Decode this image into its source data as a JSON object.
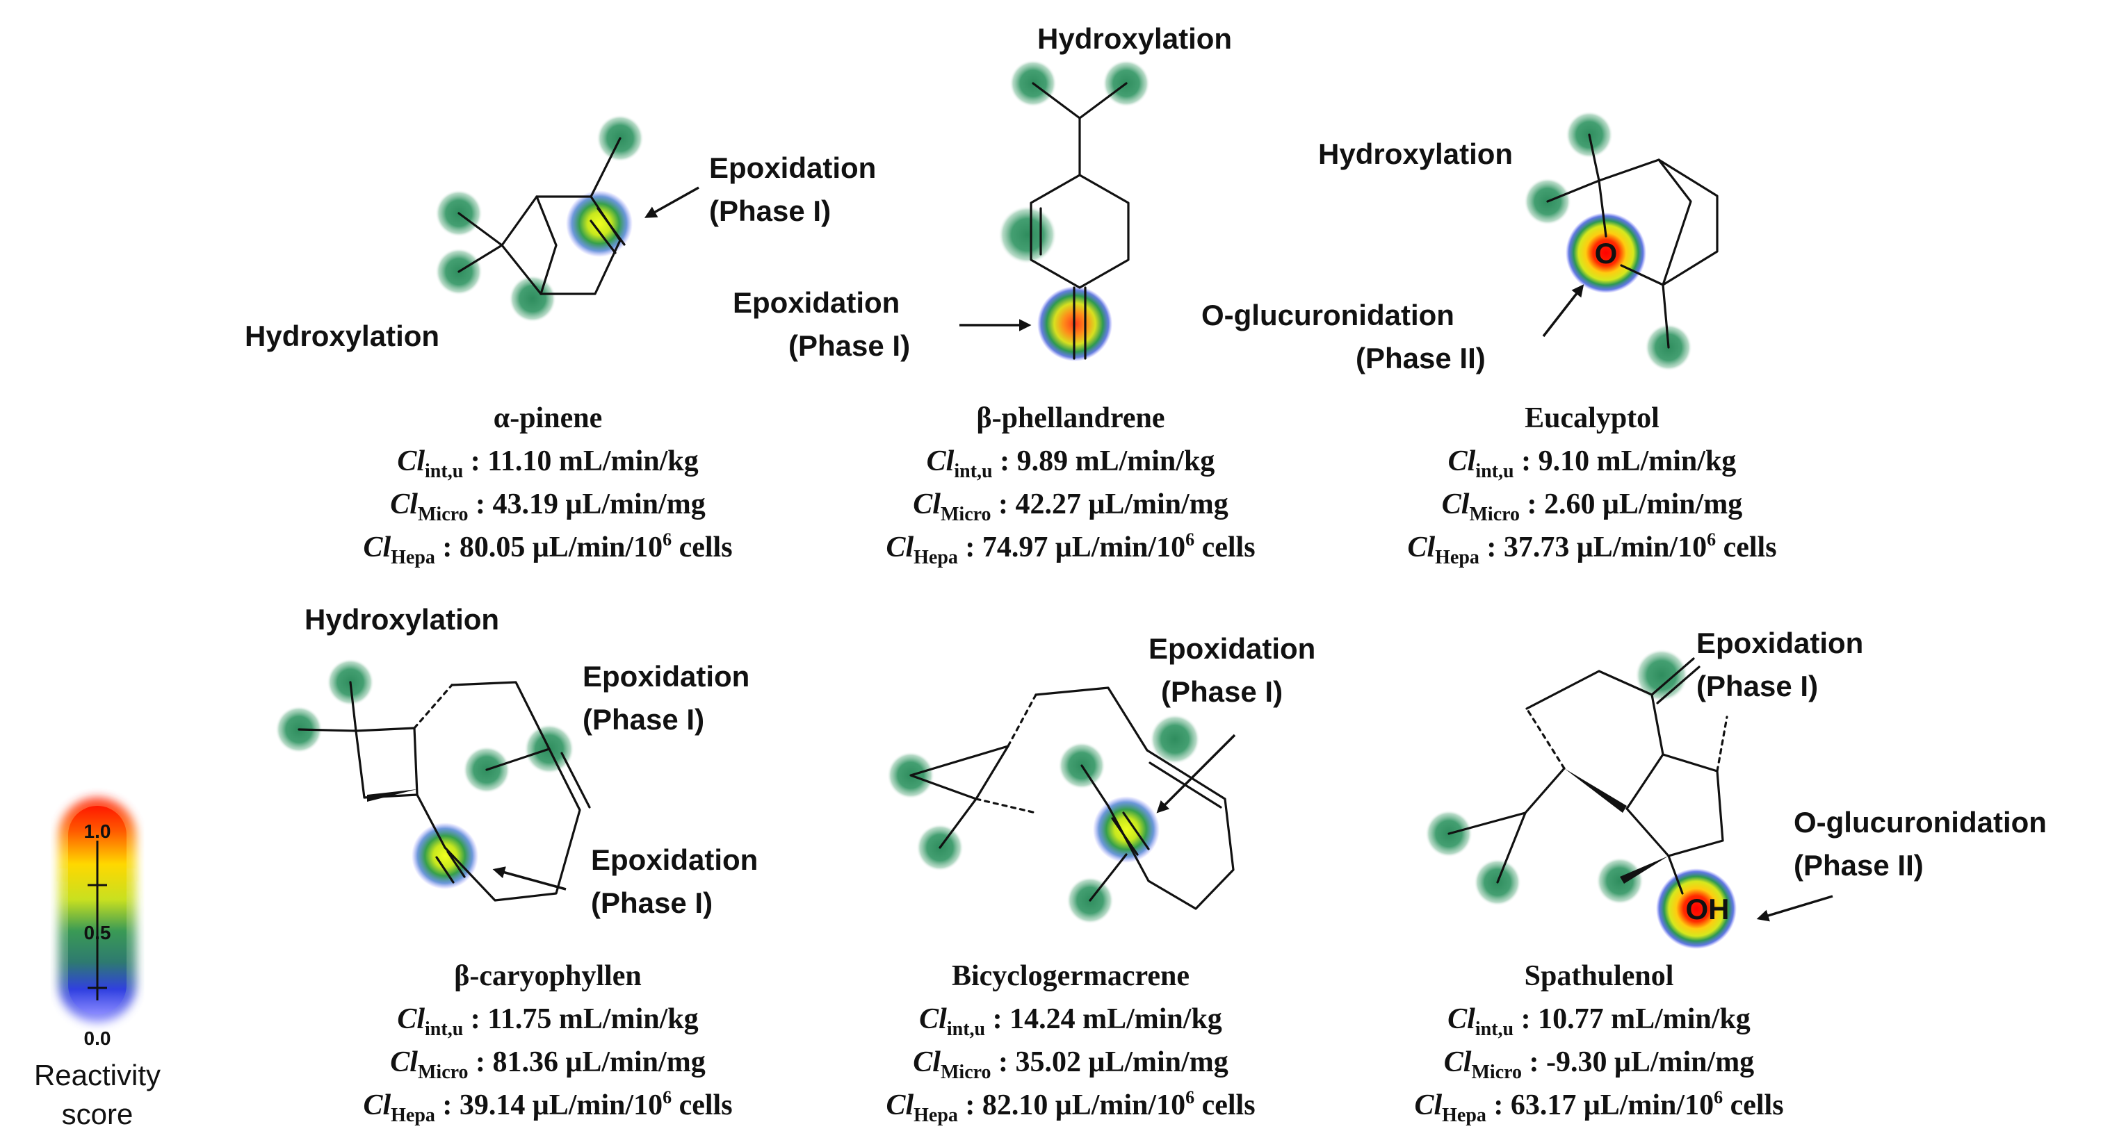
{
  "molecules": [
    {
      "name": "α-pinene",
      "annotations": [
        {
          "line1": "Epoxidation",
          "line2": "(Phase I)"
        },
        {
          "line1": "Hydroxylation"
        }
      ],
      "cl_int": {
        "sym": "Cl",
        "sub": "int,u",
        "text": ": 11.10 mL/min/kg"
      },
      "cl_micro": {
        "sym": "Cl",
        "sub": "Micro",
        "text": ": 43.19 μL/min/mg"
      },
      "cl_hepa": {
        "sym": "Cl",
        "sub": "Hepa",
        "text": ": 80.05 μL/min/10",
        "sup": "6",
        "tail": " cells"
      }
    },
    {
      "name": "β-phellandrene",
      "annotations": [
        {
          "line1": "Hydroxylation"
        },
        {
          "line1": "Epoxidation",
          "line2": "(Phase I)"
        }
      ],
      "cl_int": {
        "sym": "Cl",
        "sub": "int,u",
        "text": ": 9.89 mL/min/kg"
      },
      "cl_micro": {
        "sym": "Cl",
        "sub": "Micro",
        "text": ": 42.27 μL/min/mg"
      },
      "cl_hepa": {
        "sym": "Cl",
        "sub": "Hepa",
        "text": ": 74.97 μL/min/10",
        "sup": "6",
        "tail": " cells"
      }
    },
    {
      "name": "Eucalyptol",
      "annotations": [
        {
          "line1": "Hydroxylation"
        },
        {
          "line1": "O-glucuronidation",
          "line2": "(Phase II)"
        }
      ],
      "cl_int": {
        "sym": "Cl",
        "sub": "int,u",
        "text": ": 9.10 mL/min/kg"
      },
      "cl_micro": {
        "sym": "Cl",
        "sub": "Micro",
        "text": ": 2.60 μL/min/mg"
      },
      "cl_hepa": {
        "sym": "Cl",
        "sub": "Hepa",
        "text": ": 37.73 μL/min/10",
        "sup": "6",
        "tail": " cells"
      }
    },
    {
      "name": "β-caryophyllen",
      "annotations": [
        {
          "line1": "Hydroxylation"
        },
        {
          "line1": "Epoxidation",
          "line2": "(Phase I)"
        },
        {
          "line1": "Epoxidation",
          "line2": "(Phase I)"
        }
      ],
      "cl_int": {
        "sym": "Cl",
        "sub": "int,u",
        "text": ": 11.75 mL/min/kg"
      },
      "cl_micro": {
        "sym": "Cl",
        "sub": "Micro",
        "text": ": 81.36 μL/min/mg"
      },
      "cl_hepa": {
        "sym": "Cl",
        "sub": "Hepa",
        "text": ": 39.14 μL/min/10",
        "sup": "6",
        "tail": " cells"
      }
    },
    {
      "name": "Bicyclogermacrene",
      "annotations": [
        {
          "line1": "Epoxidation",
          "line2": "(Phase I)"
        }
      ],
      "cl_int": {
        "sym": "Cl",
        "sub": "int,u",
        "text": ": 14.24 mL/min/kg"
      },
      "cl_micro": {
        "sym": "Cl",
        "sub": "Micro",
        "text": ": 35.02 μL/min/mg"
      },
      "cl_hepa": {
        "sym": "Cl",
        "sub": "Hepa",
        "text": ": 82.10 μL/min/10",
        "sup": "6",
        "tail": " cells"
      }
    },
    {
      "name": "Spathulenol",
      "annotations": [
        {
          "line1": "Epoxidation",
          "line2": "(Phase I)"
        },
        {
          "line1": "O-glucuronidation",
          "line2": "(Phase II)"
        }
      ],
      "cl_int": {
        "sym": "Cl",
        "sub": "int,u",
        "text": ": 10.77 mL/min/kg"
      },
      "cl_micro": {
        "sym": "Cl",
        "sub": "Micro",
        "text": ": -9.30 μL/min/mg"
      },
      "cl_hepa": {
        "sym": "Cl",
        "sub": "Hepa",
        "text": ": 63.17 μL/min/10",
        "sup": "6",
        "tail": " cells"
      }
    }
  ],
  "atoms": {
    "oxygen": "O",
    "hydroxyl": "OH"
  },
  "scale": {
    "title_line1": "Reactivity",
    "title_line2": "score",
    "tick_high": "1.0",
    "tick_mid": "0.5",
    "tick_low": "0.0"
  },
  "colors": {
    "low_reactivity": "#2e8b57",
    "high_reactivity": "#ff0000",
    "glow_outer": "#1a1aff"
  }
}
